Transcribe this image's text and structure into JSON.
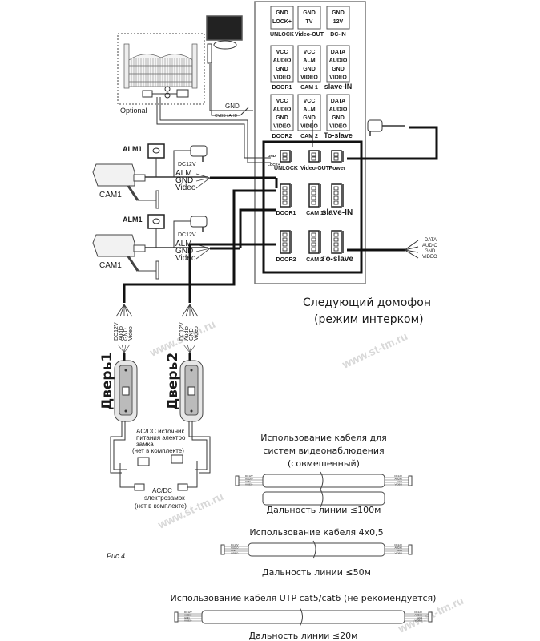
{
  "panel": {
    "top_row": [
      {
        "lines": [
          "GND",
          "LOCK+"
        ],
        "label": "UNLOCK"
      },
      {
        "lines": [
          "GND",
          "TV"
        ],
        "label": "Video-OUT"
      },
      {
        "lines": [
          "GND",
          "12V"
        ],
        "label": "DC-IN"
      }
    ],
    "mid_row": [
      {
        "lines": [
          "VCC",
          "AUDIO",
          "GND",
          "VIDEO"
        ],
        "label": "DOOR1"
      },
      {
        "lines": [
          "VCC",
          "ALM",
          "GND",
          "VIDEO"
        ],
        "label": "CAM 1"
      },
      {
        "lines": [
          "DATA",
          "AUDIO",
          "GND",
          "VIDEO"
        ],
        "label": "slave-IN"
      }
    ],
    "bot_row": [
      {
        "lines": [
          "VCC",
          "AUDIO",
          "GND",
          "VIDEO"
        ],
        "label": "DOOR2"
      },
      {
        "lines": [
          "VCC",
          "ALM",
          "GND",
          "VIDEO"
        ],
        "label": "CAM 2"
      },
      {
        "lines": [
          "DATA",
          "AUDIO",
          "GND",
          "VIDEO"
        ],
        "label": "To-slave"
      }
    ]
  },
  "connectors": {
    "row1": [
      "UNLOCK",
      "Video-OUT",
      "Power"
    ],
    "row2": [
      "DOOR1",
      "CAM 1",
      "slave-IN"
    ],
    "row3": [
      "DOOR2",
      "CAM 2",
      "To-slave"
    ],
    "unlock_pins": [
      "GND",
      "LOCK+"
    ]
  },
  "gate": {
    "label": "Optional"
  },
  "monitor_wires": {
    "gnd": "GND",
    "signal": "CVBS / AHD"
  },
  "cameras": [
    {
      "alarm": "ALM1",
      "name": "CAM1",
      "wires": [
        "DC12V",
        "ALM",
        "GND",
        "Video"
      ]
    },
    {
      "alarm": "ALM1",
      "name": "CAM1",
      "wires": [
        "DC12V",
        "ALM",
        "GND",
        "Video"
      ]
    }
  ],
  "slave_out_wires": [
    "DATA",
    "AUDIO",
    "GND",
    "VIDEO"
  ],
  "next_intercom": [
    "Следующий домофон",
    "(режим интерком)"
  ],
  "doors": [
    {
      "name": "Дверь1",
      "wires": [
        "DC12V",
        "Audio",
        "GND",
        "Video"
      ]
    },
    {
      "name": "Дверь2",
      "wires": [
        "DC12V",
        "Audio",
        "GND",
        "Video"
      ]
    }
  ],
  "power_supply": [
    "AC/DC источник",
    "питания электро",
    "замка",
    "(нет в комплекте)"
  ],
  "lock": [
    "AC/DC",
    "электрозамок",
    "(нет в комплекте)"
  ],
  "figure_label": "Рис.4",
  "cables": [
    {
      "title": [
        "Использование кабеля для",
        "систем видеонаблюдения",
        "(совмешенный)"
      ],
      "range": "Дальность линии ≤100м"
    },
    {
      "title": [
        "Использование кабеля 4x0,5"
      ],
      "range": "Дальность линии ≤50м"
    },
    {
      "title": [
        "Использование кабеля UTP cat5/cat6 (не рекомендуется)"
      ],
      "range": "Дальность линии ≤20м"
    }
  ],
  "cable_wire_labels": [
    "DC12V",
    "AUDIO",
    "GND",
    "VIDEO"
  ],
  "watermark": "www.st-tm.ru"
}
